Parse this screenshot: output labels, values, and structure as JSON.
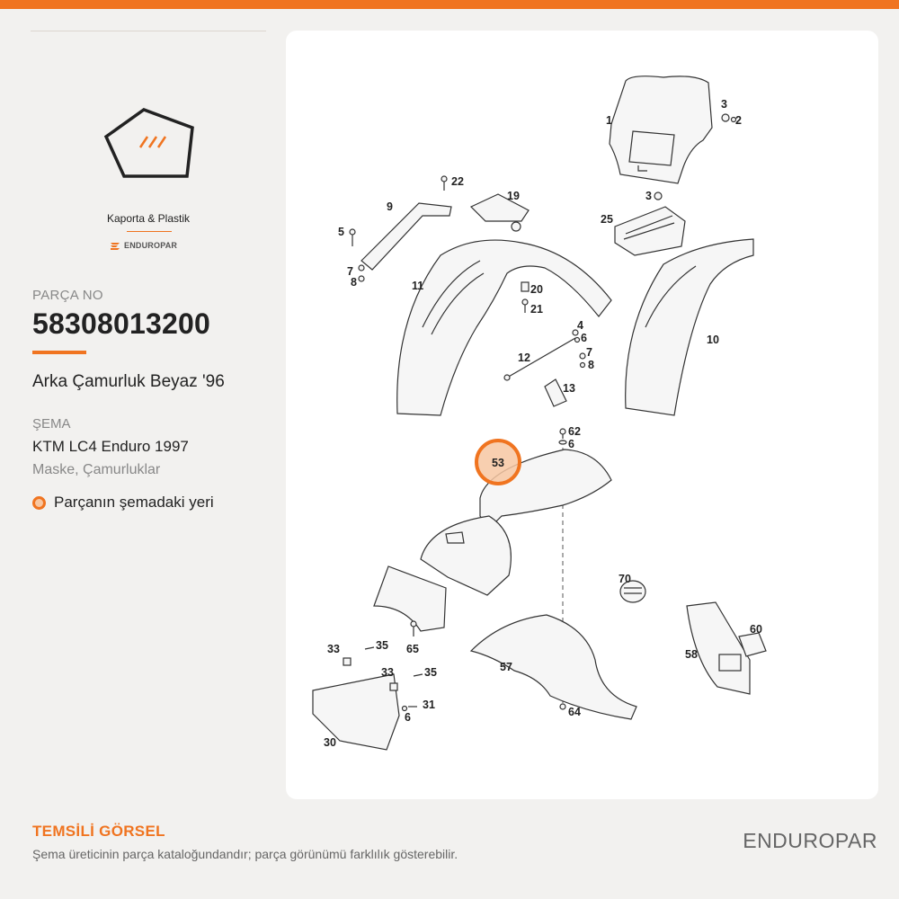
{
  "category": {
    "label": "Kaporta & Plastik",
    "icon": "fender-pentagon-icon",
    "brand_mini": "ENDUROPAR"
  },
  "part": {
    "number_label": "PARÇA NO",
    "number": "58308013200",
    "name": "Arka Çamurluk Beyaz '96"
  },
  "schema": {
    "label": "ŞEMA",
    "model": "KTM LC4 Enduro 1997",
    "section": "Maske, Çamurluklar"
  },
  "legend": {
    "text": "Parçanın şemadaki yeri"
  },
  "diagram": {
    "highlight_label": "53",
    "callouts": [
      "1",
      "2",
      "3",
      "3",
      "22",
      "19",
      "9",
      "5",
      "25",
      "7",
      "8",
      "11",
      "20",
      "21",
      "4",
      "6",
      "7",
      "8",
      "12",
      "13",
      "10",
      "62",
      "6",
      "53",
      "70",
      "60",
      "58",
      "33",
      "35",
      "65",
      "33",
      "35",
      "57",
      "31",
      "6",
      "30",
      "64"
    ]
  },
  "footer": {
    "title": "TEMSİLİ GÖRSEL",
    "note": "Şema üreticinin parça kataloğundandır; parça görünümü farklılık gösterebilir.",
    "brand": "ENDUROPAR"
  },
  "colors": {
    "accent": "#f07420",
    "highlight_fill": "#f7c7a2",
    "background": "#f2f1ef"
  }
}
